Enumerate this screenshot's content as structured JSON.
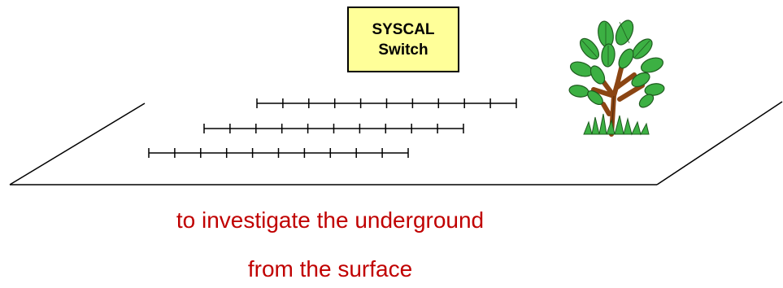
{
  "instrument": {
    "line1": "SYSCAL",
    "line2": "Switch"
  },
  "caption": {
    "line1": "to investigate the underground",
    "line2": "from the surface"
  },
  "colors": {
    "box_fill": "#ffff99",
    "caption_text": "#c00000",
    "line": "#000000",
    "leaf_green": "#33aa33",
    "trunk_brown": "#8b4513"
  },
  "icons": {
    "tree": "tree-icon",
    "grass": "grass-icon"
  },
  "electrode_profiles": {
    "count": 3,
    "electrodes_per_profile": 11
  }
}
